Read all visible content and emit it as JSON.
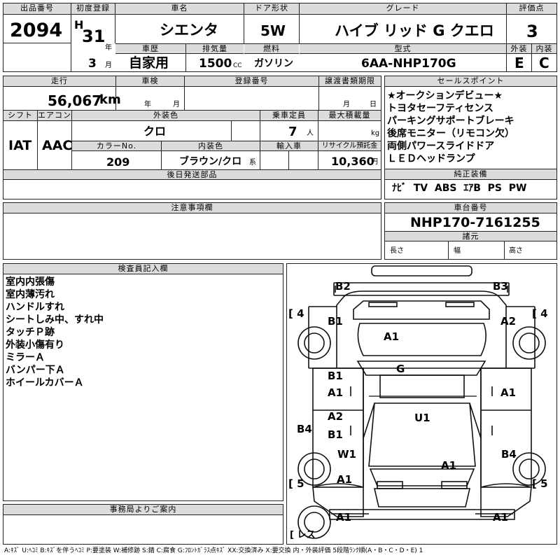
{
  "header": {
    "lot_label": "出品番号",
    "lot": "2094",
    "reg_label": "初度登録",
    "era": "H",
    "year": "31",
    "year_unit": "年",
    "month": "3",
    "month_unit": "月",
    "name_label": "車名",
    "name": "シエンタ",
    "door_label": "ドア形状",
    "door": "5W",
    "grade_label": "グレード",
    "grade": "ハイブ リッド G クエロ",
    "rating_label": "評価点",
    "rating": "3",
    "history_label": "車歴",
    "history": "自家用",
    "displacement_label": "排気量",
    "displacement": "1500",
    "cc": "CC",
    "fuel_label": "燃料",
    "fuel": "ガソリン",
    "model_label": "型式",
    "model": "6AA-NHP170G",
    "ext_label": "外装",
    "ext": "E",
    "int_label": "内装",
    "int": "C"
  },
  "row2": {
    "mileage_label": "走行",
    "mileage": "56,067",
    "km": "km",
    "inspection_label": "車検",
    "insp_year": "年",
    "insp_month": "月",
    "plate_label": "登録番号",
    "transfer_label": "譲渡書類期限",
    "transfer_month": "月",
    "transfer_day": "日",
    "shift_label": "シフト",
    "shift": "IAT",
    "ac_label": "エアコン",
    "ac": "AAC",
    "color_label": "外装色",
    "color": "クロ",
    "capacity_label": "乗車定員",
    "capacity": "7",
    "capacity_unit": "人",
    "load_label": "最大積載量",
    "load_unit": "kg",
    "color_no_label": "カラーNo.",
    "color_no": "209",
    "int_color_label": "内装色",
    "int_color": "ブラウン/クロ",
    "int_color_suffix": "系",
    "import_label": "輸入車",
    "recycle_label": "リサイクル預託金",
    "recycle": "10,360",
    "recycle_unit": "円",
    "later_label": "後日発送部品"
  },
  "sales": {
    "label": "セールスポイント",
    "lines": [
      "★オークションデビュー★",
      "トヨタセーフティセンス",
      "パーキングサポートブレーキ",
      "後席モニター（リモコン欠）",
      "両側パワースライドドア",
      "ＬＥＤヘッドランプ"
    ]
  },
  "equipment": {
    "label": "純正装備",
    "items": "ﾅﾋﾞ  TV  ABS  ｴｱB  PS  PW"
  },
  "notes": {
    "label": "注意事項欄"
  },
  "chassis": {
    "label": "車台番号",
    "value": "NHP170-7161255",
    "spec_label": "諸元",
    "length": "長さ",
    "width": "幅",
    "height": "高さ"
  },
  "inspector": {
    "label": "検査員記入欄",
    "lines": [
      "室内内張傷",
      "室内薄汚れ",
      "ハンドルすれ",
      "シートしみ中、すれ中",
      "タッチＰ跡",
      "外装小傷有り",
      "ミラーＡ",
      "バンパー下Ａ",
      "ホイールカバーＡ"
    ]
  },
  "office": {
    "label": "事務局よりご案内"
  },
  "diagram": {
    "tires": {
      "fl": "4",
      "fr": "4",
      "rl": "5",
      "rr": "5",
      "spare": "レス"
    },
    "marks": [
      "B2",
      "B3",
      "B1",
      "A2",
      "A1",
      "G",
      "B1",
      "A1",
      "A1",
      "A2",
      "B1",
      "U1",
      "B4",
      "B4",
      "W1",
      "A1",
      "A1",
      "A1",
      "A1"
    ]
  },
  "legend": "A:ｷｽﾞ U:ﾍｺﾐ B:ｷｽﾞを伴うﾍｺﾐ P:要塗装 W:補修跡 S:錆 C:腐食 G:ﾌﾛﾝﾄｶﾞﾗｽ点ｷｽﾞ XX:交換済み X:要交換  内・外装評価 5段階ﾗﾝｸ順(A・B・C・D・E) 1"
}
